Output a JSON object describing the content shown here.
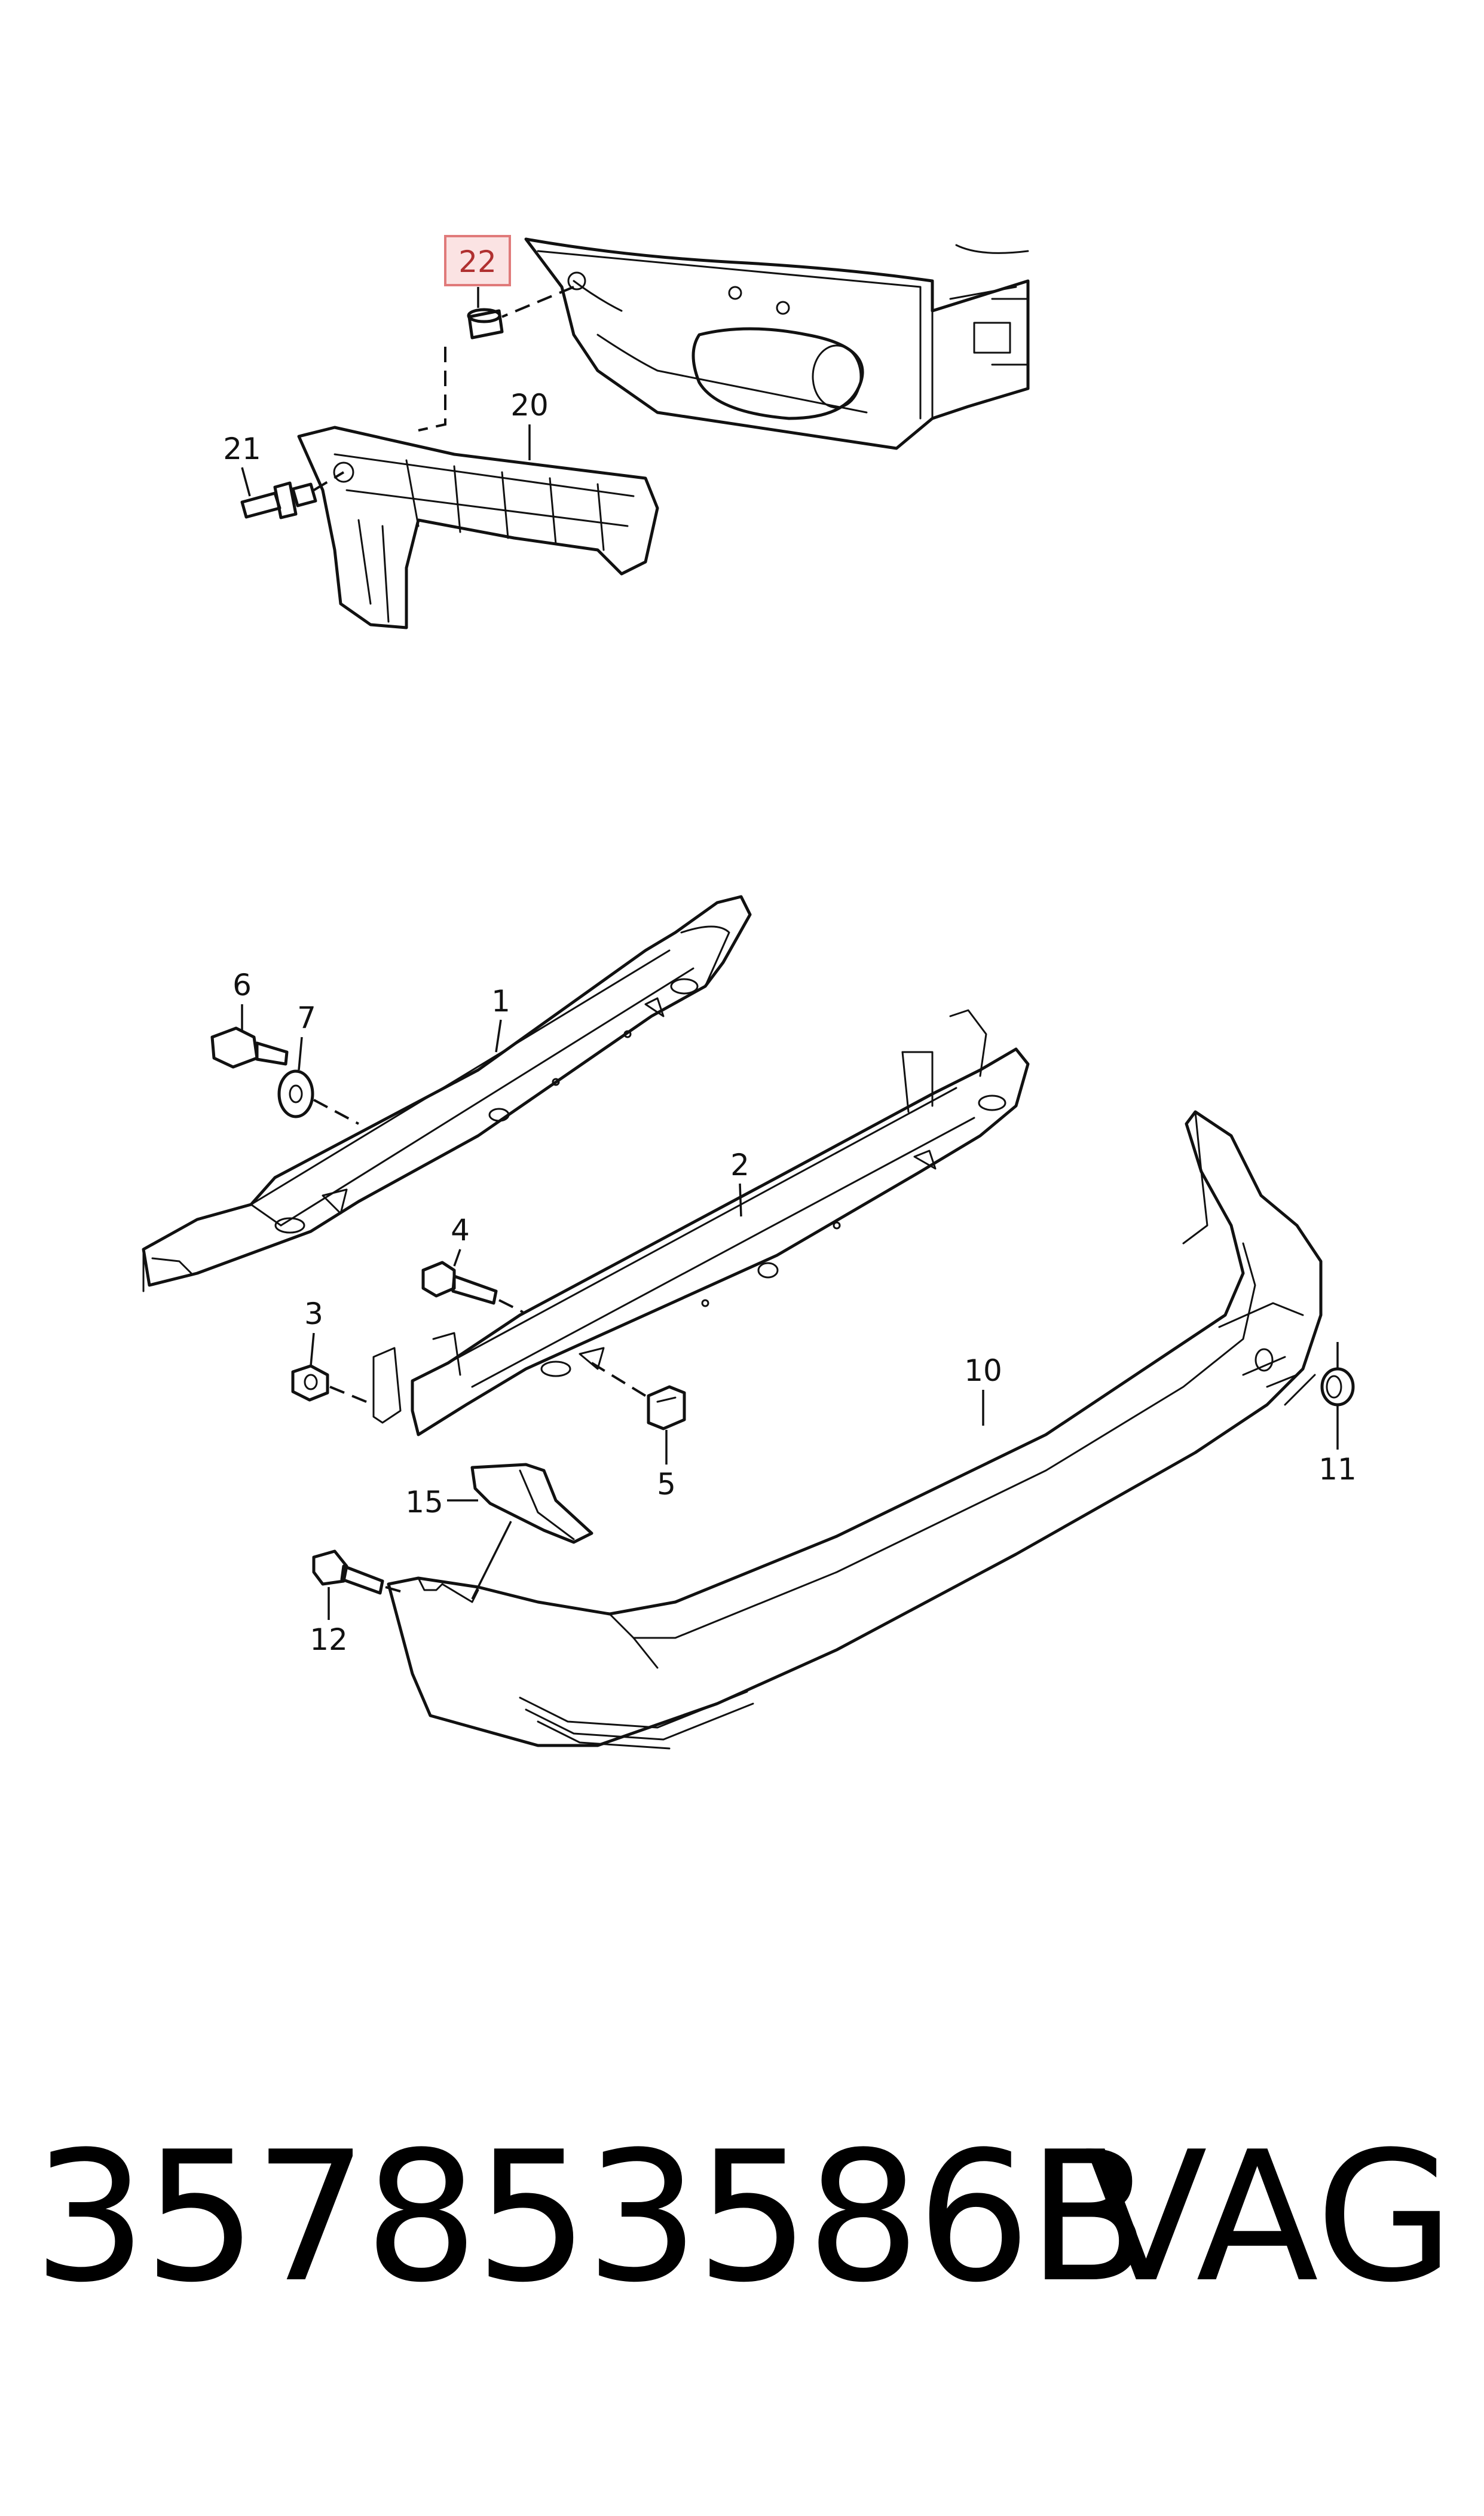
{
  "callouts": {
    "c22": "22",
    "c20": "20",
    "c21": "21",
    "c1": "1",
    "c6": "6",
    "c7": "7",
    "c2": "2",
    "c4": "4",
    "c3": "3",
    "c5": "5",
    "c10": "10",
    "c11": "11",
    "c15": "15",
    "c12": "12"
  },
  "highlighted_callout": "22",
  "highlight_color": "#e07a7a",
  "footer": {
    "part_number": "357853586B",
    "brand": "VAG"
  }
}
